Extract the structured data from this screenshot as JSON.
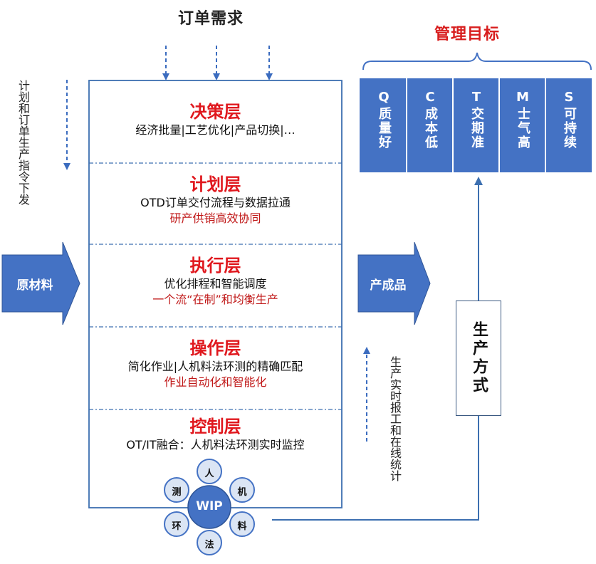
{
  "order_demand": "订单需求",
  "management_goal": "管理目标",
  "plan_instruction": "计划和订单生产指令下发",
  "plan_instruction_cols": [
    "计划和订单",
    "生产指令下发"
  ],
  "raw_material": "原材料",
  "finished_product": "产成品",
  "production_report": "生产实时报工和在线统计",
  "production_report_cols": [
    "生产实时报工",
    "和在线统计"
  ],
  "production_method": "生产方式",
  "layers": [
    {
      "title": "决策层",
      "desc": "经济批量|工艺优化|产品切换|…",
      "red": ""
    },
    {
      "title": "计划层",
      "desc": "OTD订单交付流程与数据拉通",
      "red": "研产供销高效协同"
    },
    {
      "title": "执行层",
      "desc": "优化排程和智能调度",
      "red": "一个流“在制”和均衡生产"
    },
    {
      "title": "操作层",
      "desc": "简化作业|人机料法环测的精确匹配",
      "red": "作业自动化和智能化"
    },
    {
      "title": "控制层",
      "desc": "OT/IT融合：人机料法环测实时监控",
      "red": ""
    }
  ],
  "goals": [
    {
      "letter": "Q",
      "text": "质量好"
    },
    {
      "letter": "C",
      "text": "成本低"
    },
    {
      "letter": "T",
      "text": "交期准"
    },
    {
      "letter": "M",
      "text": "士气高"
    },
    {
      "letter": "S",
      "text": "可持续"
    }
  ],
  "wip": {
    "center": "WIP",
    "petals": [
      "人",
      "机",
      "料",
      "法",
      "环",
      "测"
    ]
  },
  "colors": {
    "blue": "#4472c4",
    "border_blue": "#3c6fb0",
    "dash_blue": "#3b6cbf",
    "red_title": "#e0181e",
    "red_text": "#c01818",
    "petal_fill": "#dbe5f4"
  }
}
